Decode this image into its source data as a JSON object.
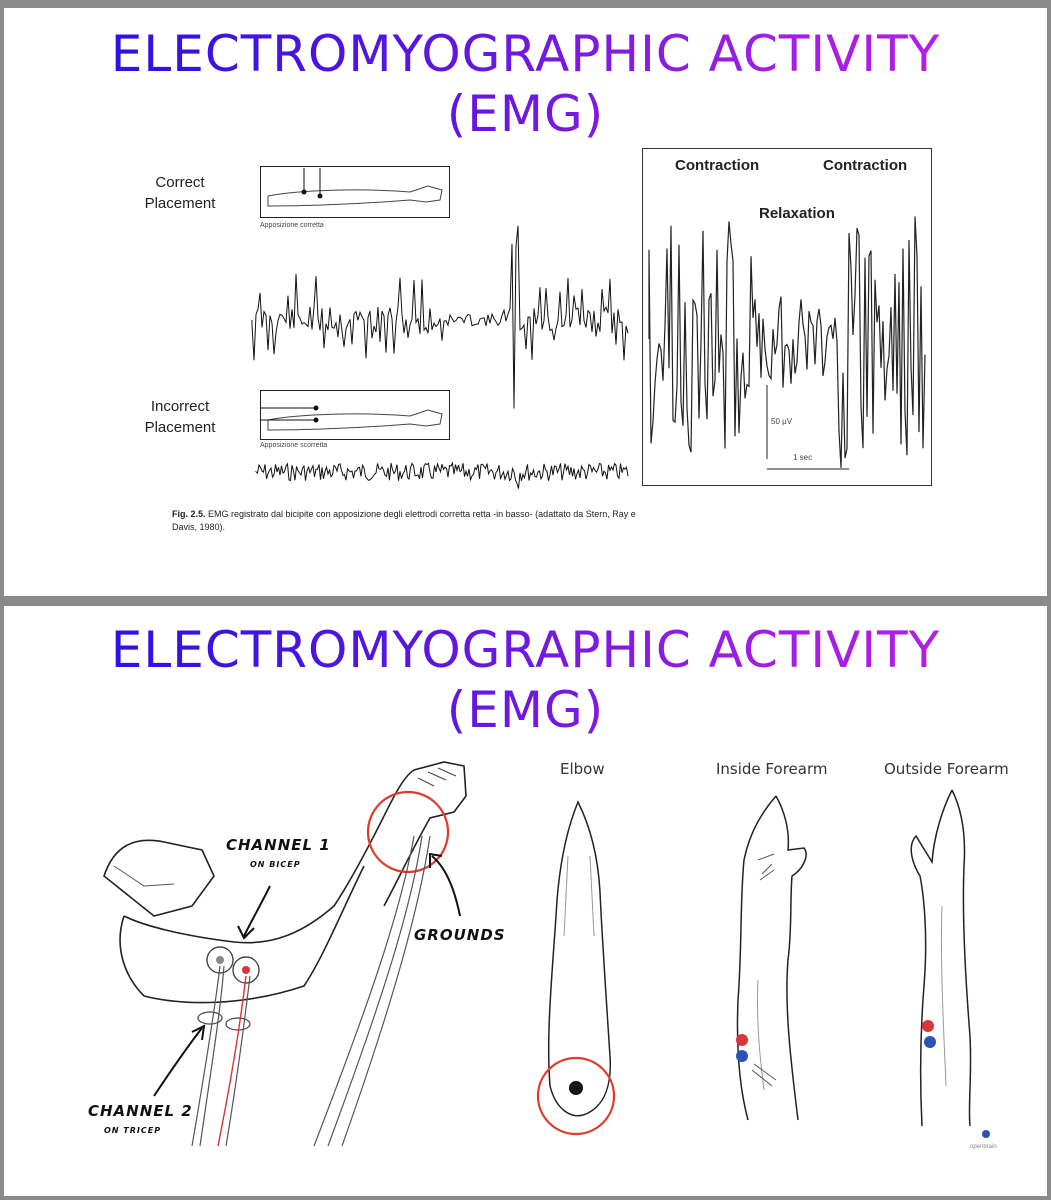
{
  "slide1": {
    "title_line1": "ELECTROMYOGRAPHIC ACTIVITY",
    "title_line2": "(EMG)",
    "correct_label": "Correct Placement",
    "correct_small": "Apposizione corretta",
    "incorrect_label": "Incorrect Placement",
    "incorrect_small": "Apposizione scorretta",
    "contraction1": "Contraction",
    "contraction2": "Contraction",
    "relaxation": "Relaxation",
    "scale_uv": "50 µV",
    "scale_sec": "1 sec",
    "caption_bold": "Fig. 2.5.",
    "caption_text": " EMG registrato dal bicipite con apposizione degli elettrodi corretta retta -in basso- (adattato da Stern, Ray e Davis, 1980)."
  },
  "slide2": {
    "title_line1": "ELECTROMYOGRAPHIC ACTIVITY",
    "title_line2": "(EMG)",
    "channel1": "CHANNEL 1",
    "channel1_sub": "ON BICEP",
    "channel2": "CHANNEL 2",
    "channel2_sub": "ON TRICEP",
    "grounds": "GROUNDS",
    "elbow": "Elbow",
    "inside_forearm": "Inside Forearm",
    "outside_forearm": "Outside Forearm",
    "logo_text": "openbrain"
  },
  "colors": {
    "title_start": "#1a10e8",
    "title_end": "#b820e8",
    "ground_circle": "#e03a2a",
    "electrode_red": "#d8343a",
    "electrode_blue": "#2a52b8"
  }
}
